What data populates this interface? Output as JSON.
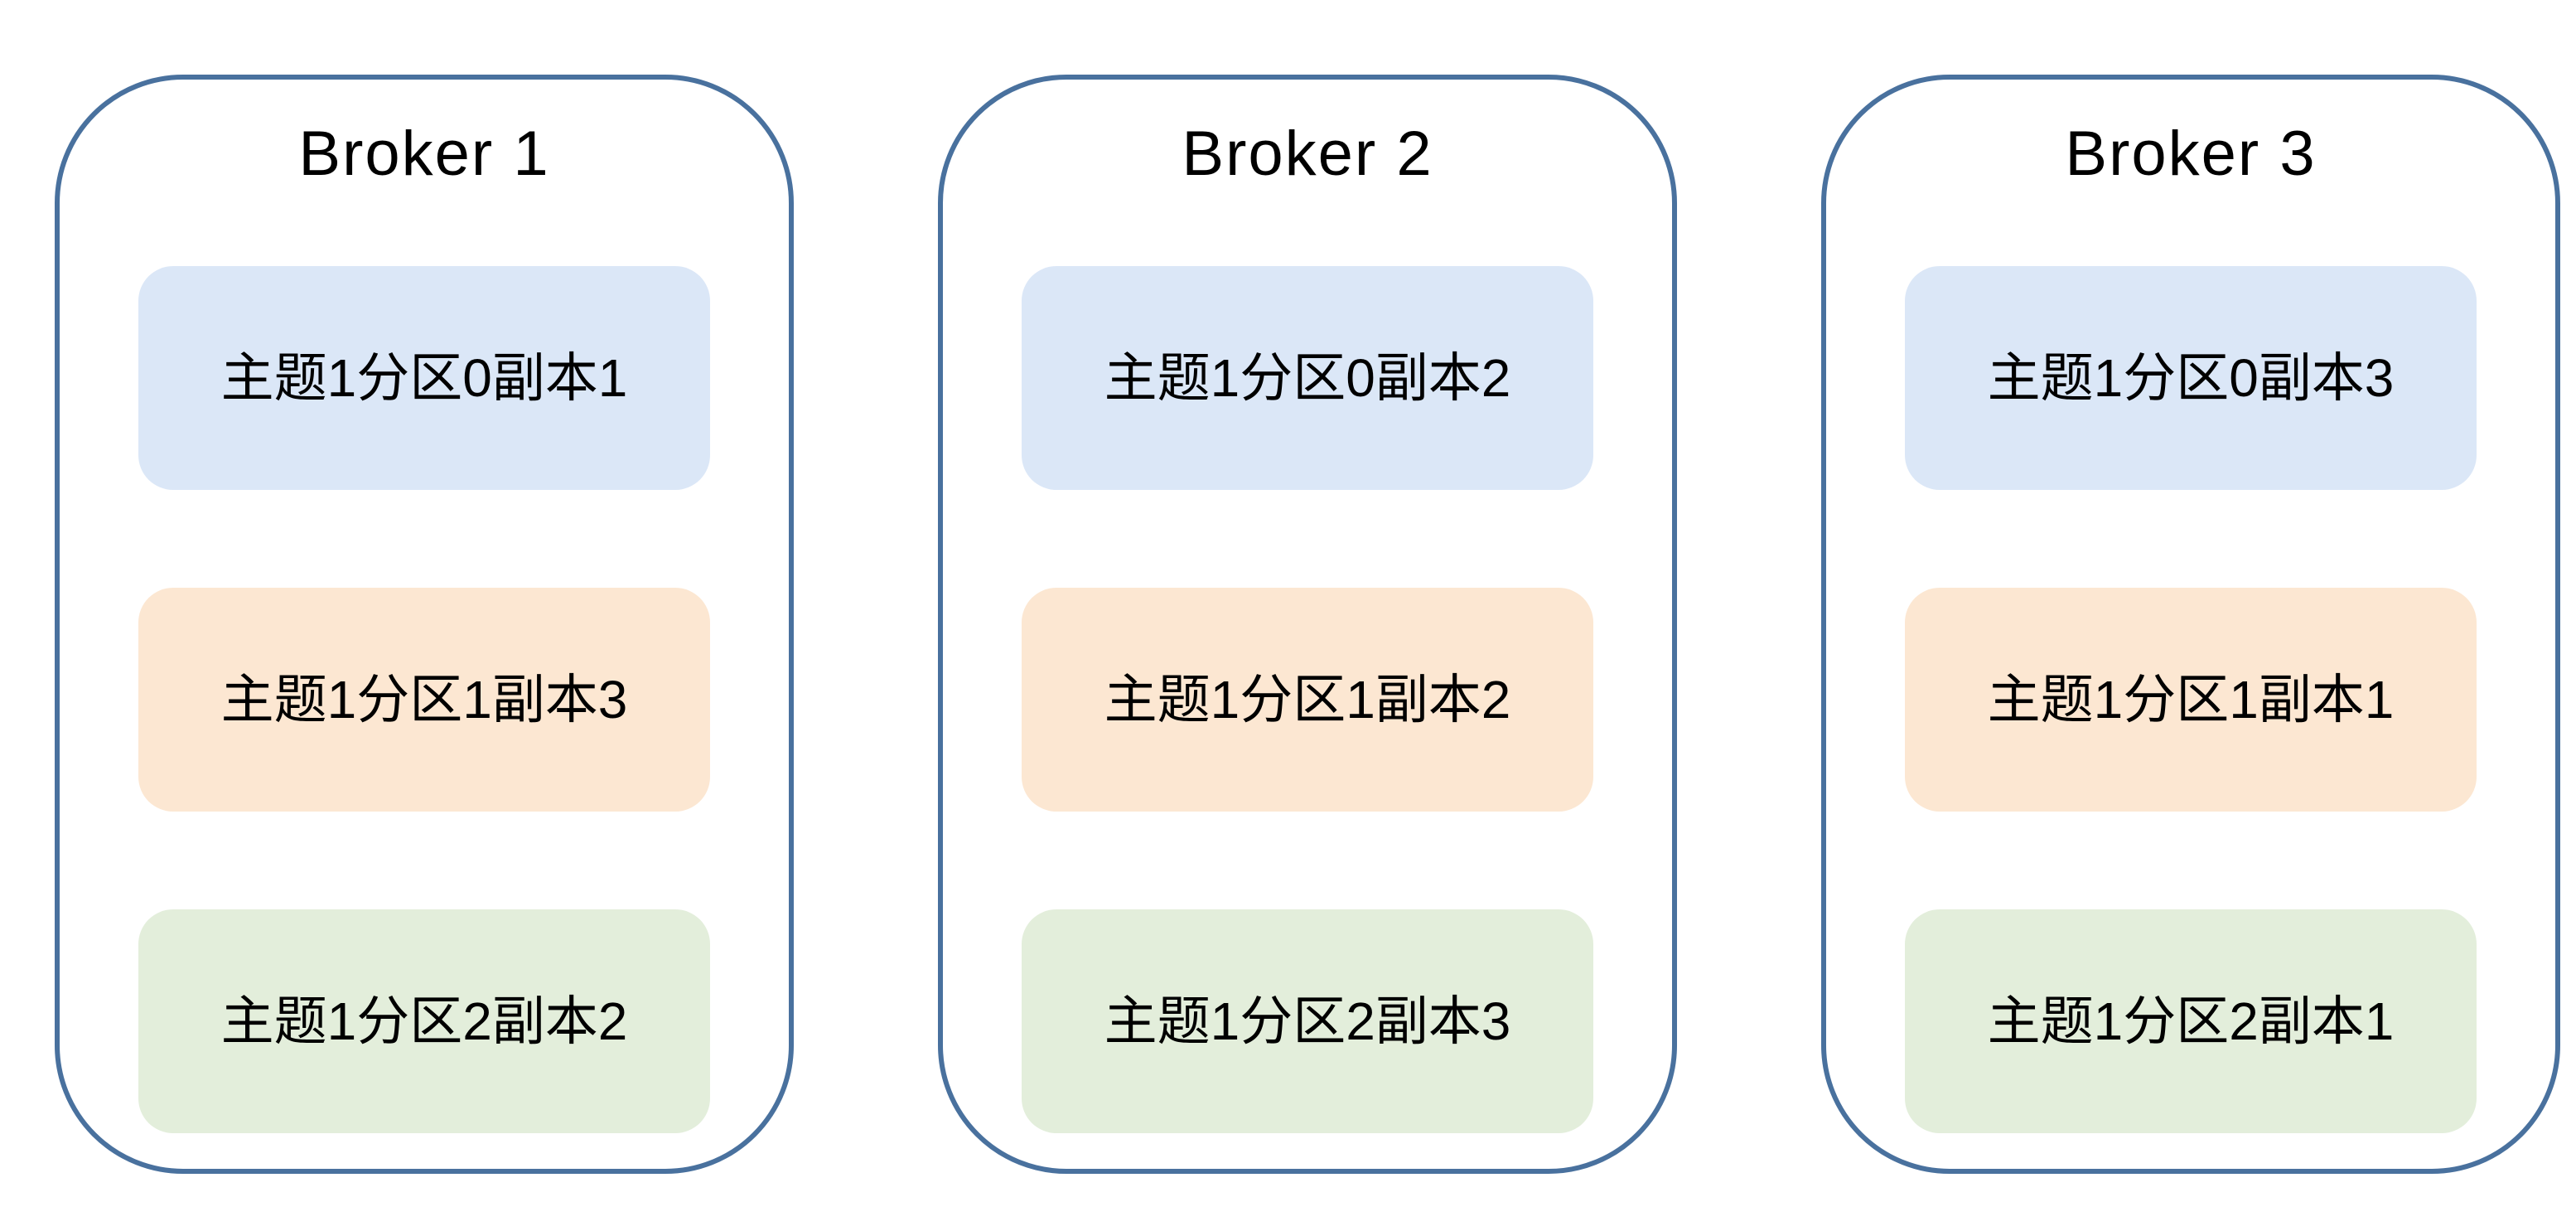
{
  "colors": {
    "border": "#49719E",
    "blue": "#DBE7F7",
    "orange": "#FCE7D2",
    "green": "#E3EEDB",
    "text": "#000000",
    "background": "#FFFFFF"
  },
  "brokers": [
    {
      "title": "Broker 1",
      "replicas": [
        {
          "label": "主题1分区0副本1",
          "color": "blue"
        },
        {
          "label": "主题1分区1副本3",
          "color": "orange"
        },
        {
          "label": "主题1分区2副本2",
          "color": "green"
        }
      ]
    },
    {
      "title": "Broker 2",
      "replicas": [
        {
          "label": "主题1分区0副本2",
          "color": "blue"
        },
        {
          "label": "主题1分区1副本2",
          "color": "orange"
        },
        {
          "label": "主题1分区2副本3",
          "color": "green"
        }
      ]
    },
    {
      "title": "Broker 3",
      "replicas": [
        {
          "label": "主题1分区0副本3",
          "color": "blue"
        },
        {
          "label": "主题1分区1副本1",
          "color": "orange"
        },
        {
          "label": "主题1分区2副本1",
          "color": "green"
        }
      ]
    }
  ]
}
